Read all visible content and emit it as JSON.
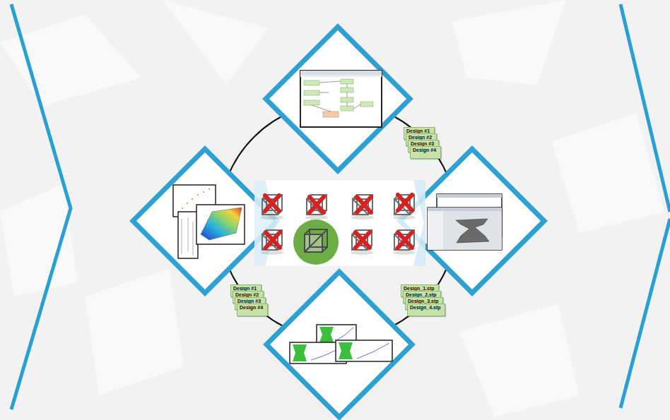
{
  "diagram": {
    "nodes": [
      {
        "text": [
          "Design #1"
        ]
      },
      {
        "text": [
          "Design #2"
        ]
      },
      {
        "text": [
          "Design #3"
        ]
      },
      {
        "text": [
          "Design #4"
        ]
      },
      {
        "text": [
          "Design #1"
        ]
      },
      {
        "text": [
          "Design #2"
        ]
      },
      {
        "text": [
          "Design #3"
        ]
      },
      {
        "text": [
          "Design #4"
        ]
      },
      {
        "text": [
          "Design_1.stp"
        ]
      },
      {
        "text": [
          "Design_2.stp"
        ]
      },
      {
        "text": [
          "Design_3.stp"
        ]
      },
      {
        "text": [
          "Design_4.stp"
        ]
      }
    ]
  }
}
